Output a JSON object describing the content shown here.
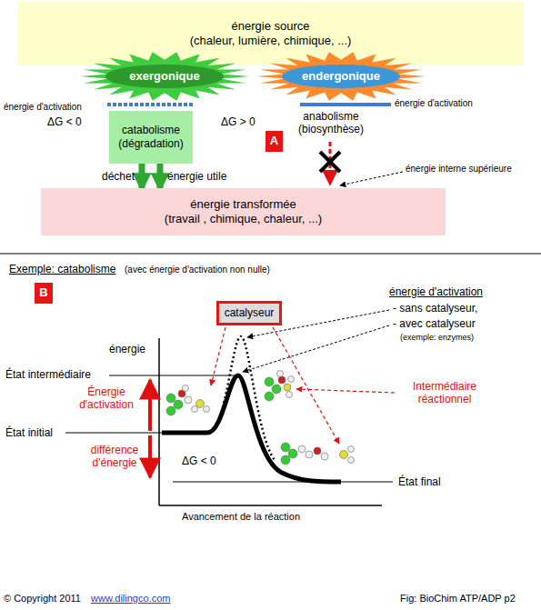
{
  "diagram": {
    "nodes": [
      {
        "text": [
          "énergie source",
          "(chaleur, lumière, chimique, ...)"
        ]
      },
      {
        "text": [
          "exergonique"
        ]
      },
      {
        "text": [
          "endergonique"
        ]
      },
      {
        "text": [
          "catabolisme (dégradation)"
        ]
      },
      {
        "text": [
          "A"
        ]
      },
      {
        "text": [
          "énergie transformée",
          "(travail , chimique, chaleur, ...)"
        ]
      },
      {
        "text": [
          "B"
        ]
      },
      {
        "text": [
          "catalyseur"
        ]
      }
    ],
    "edges": [
      {
        "from": 3,
        "to": 5,
        "label": "déchet",
        "arrow": "to"
      },
      {
        "from": 3,
        "to": 5,
        "label": "énergie utile",
        "arrow": "to"
      }
    ],
    "labels": [
      "énergie d'activation",
      "énergie d'activation",
      "ΔG < 0",
      "ΔG > 0",
      "anabolisme (biosynthèse)",
      "énergie interne supérieure",
      "Exemple: catabolisme",
      "(avec énergie d'activation non nulle)",
      "énergie d'activation",
      "- sans catalyseur,",
      "- avec catalyseur",
      "(exemple: enzymes)",
      "énergie",
      "État intermédiaire",
      "Énergie d'activation",
      "Intermédiaire réactionnel",
      "État initial",
      "différence d'énergie",
      "ΔG < 0",
      "État final",
      "Avancement de la réaction",
      "© Copyright 2011",
      "www.dilingco.com",
      "Fig: BioChim ATP/ADP p2"
    ]
  }
}
